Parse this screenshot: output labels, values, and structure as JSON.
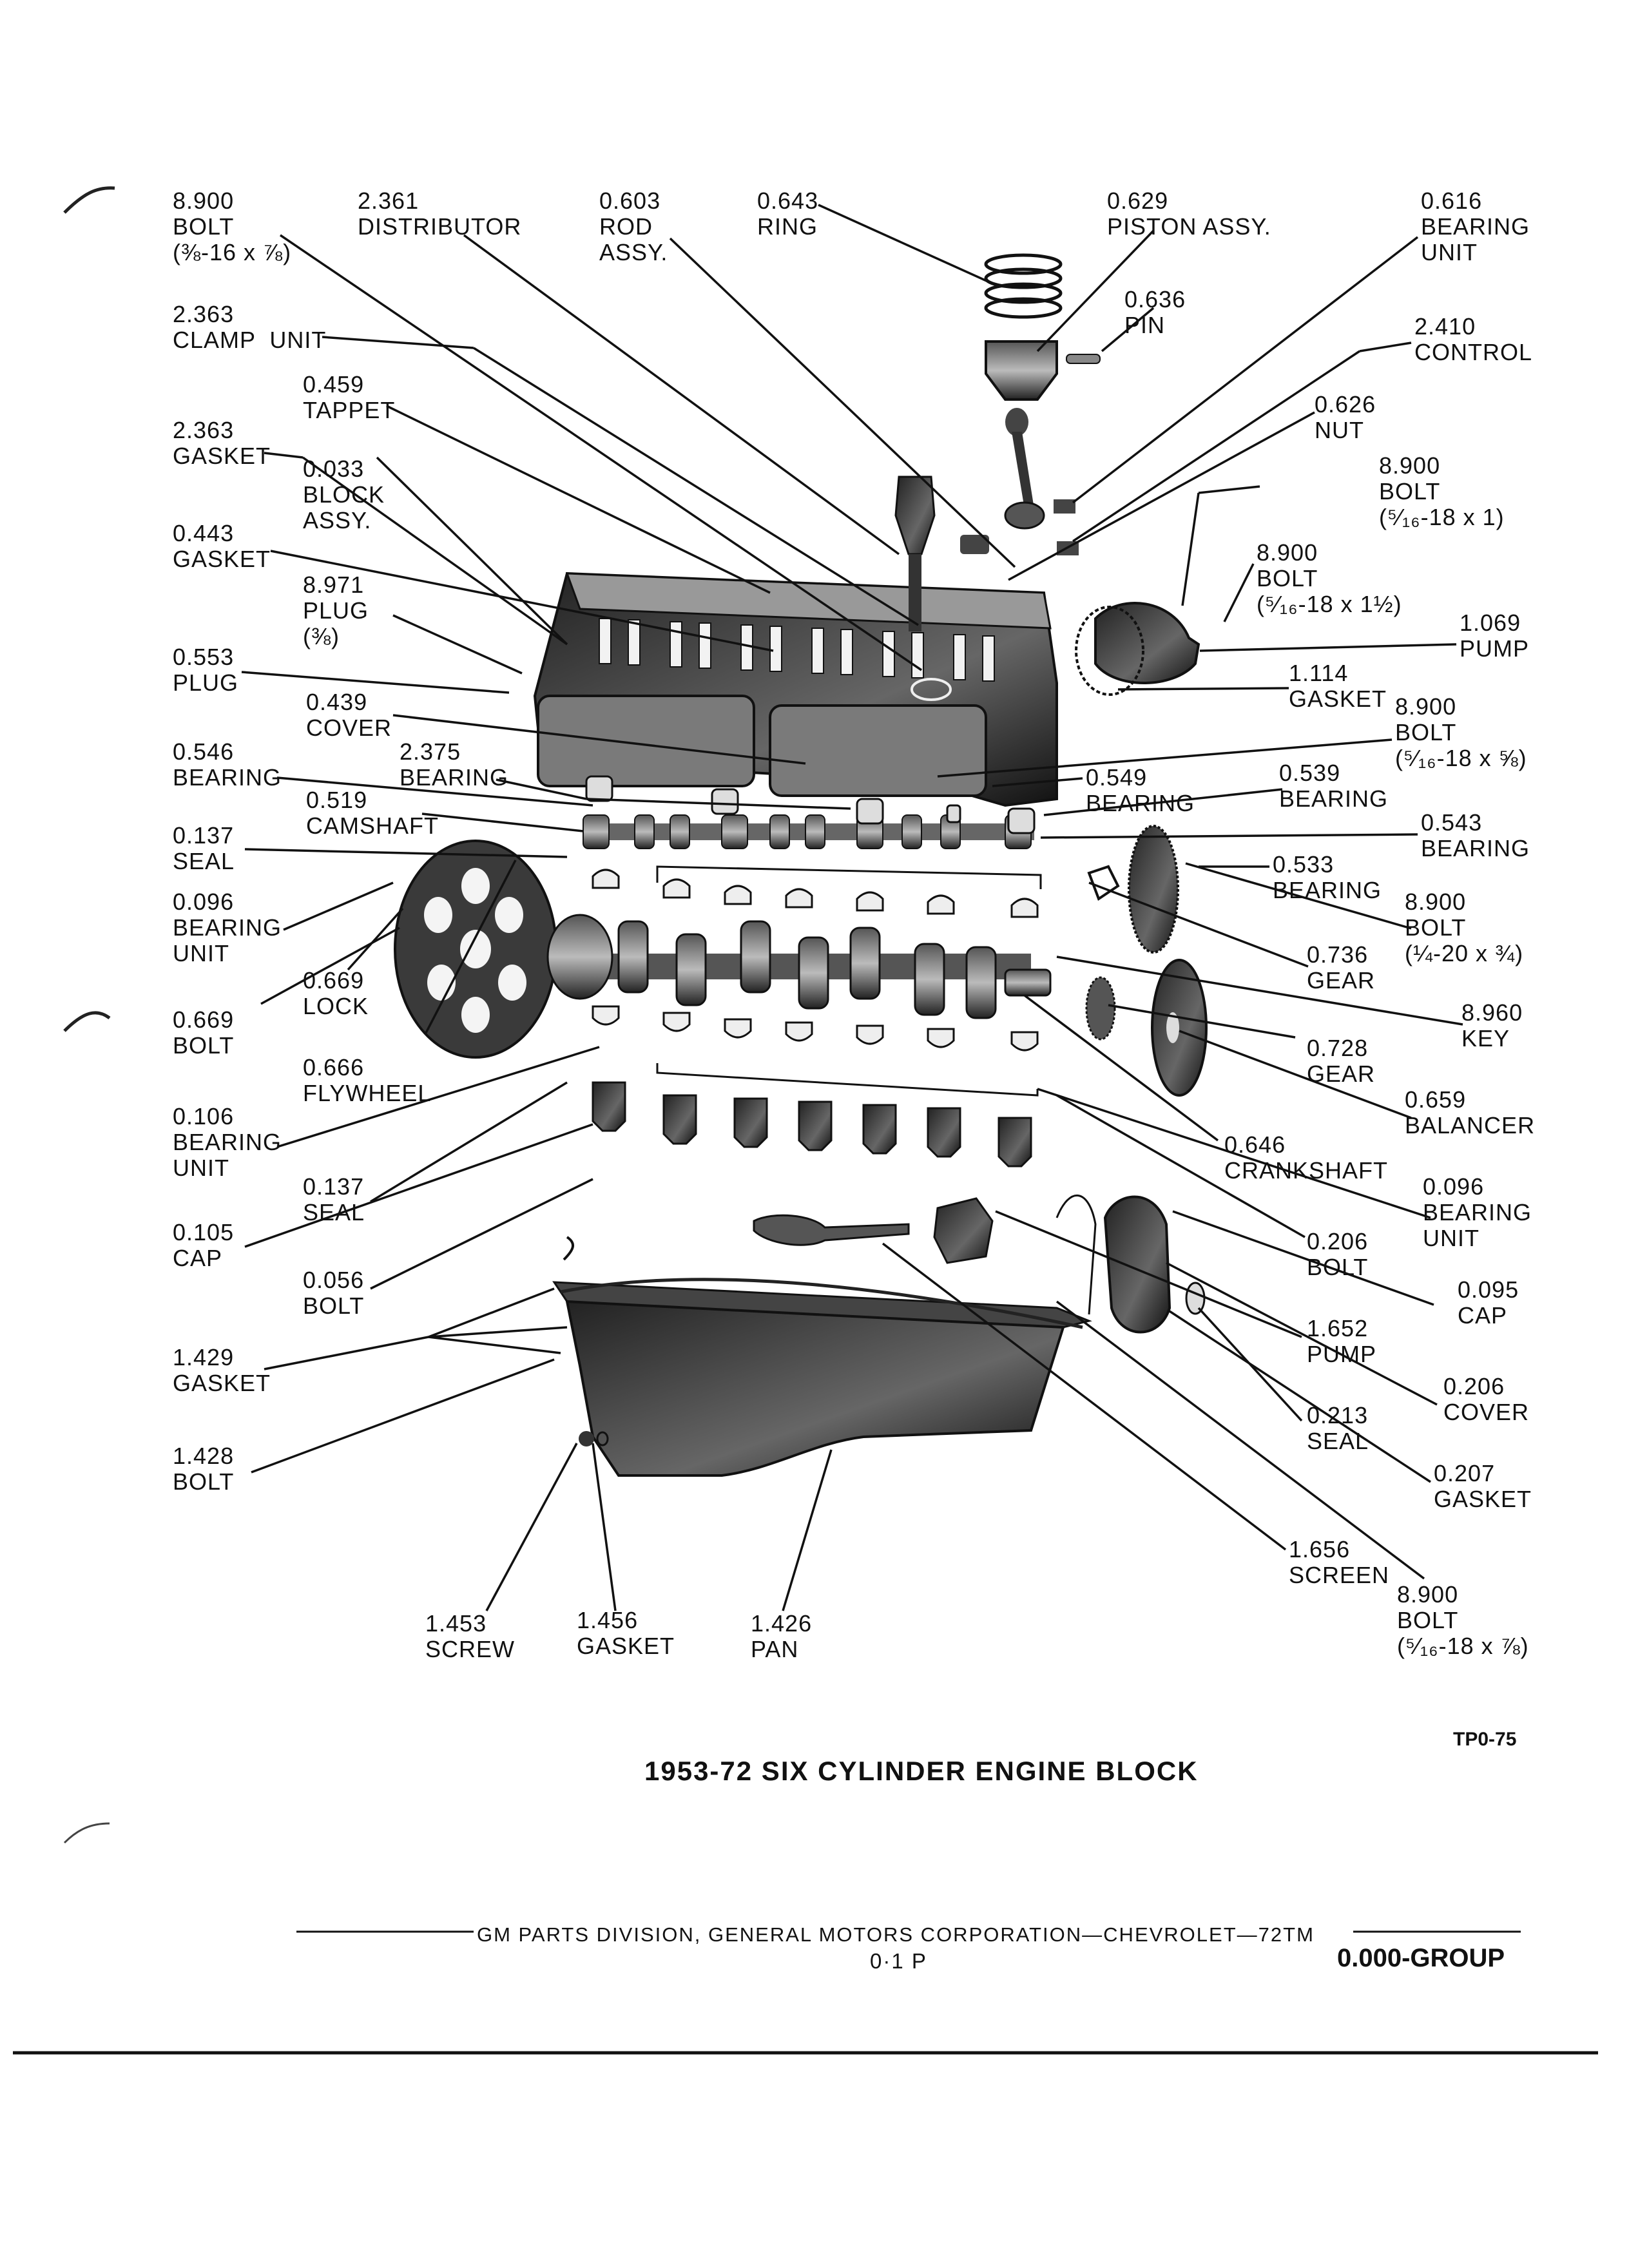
{
  "title": "1953-72 SIX CYLINDER ENGINE BLOCK",
  "figure_code": "TP0-75",
  "footer": {
    "line": "GM PARTS DIVISION, GENERAL MOTORS CORPORATION—CHEVROLET—72TM",
    "page": "0·1  P",
    "group": "0.000-GROUP"
  },
  "labels": [
    {
      "id": "bolt-8900-a",
      "lines": [
        "8.900",
        "BOLT",
        "(⅜-16 x ⅞)"
      ]
    },
    {
      "id": "distributor",
      "lines": [
        "2.361",
        "DISTRIBUTOR"
      ]
    },
    {
      "id": "rod-assy",
      "lines": [
        "0.603",
        "ROD",
        "ASSY."
      ]
    },
    {
      "id": "ring",
      "lines": [
        "0.643",
        "RING"
      ]
    },
    {
      "id": "piston-assy",
      "lines": [
        "0.629",
        "PISTON ASSY."
      ]
    },
    {
      "id": "bearing-unit-616",
      "lines": [
        "0.616",
        "BEARING",
        "UNIT"
      ]
    },
    {
      "id": "clamp-unit",
      "lines": [
        "2.363",
        "CLAMP  UNIT"
      ]
    },
    {
      "id": "pin",
      "lines": [
        "0.636",
        "PIN"
      ]
    },
    {
      "id": "control",
      "lines": [
        "2.410",
        "CONTROL"
      ]
    },
    {
      "id": "tappet",
      "lines": [
        "0.459",
        "TAPPET"
      ]
    },
    {
      "id": "gasket-2363",
      "lines": [
        "2.363",
        "GASKET"
      ]
    },
    {
      "id": "nut",
      "lines": [
        "0.626",
        "NUT"
      ]
    },
    {
      "id": "block-assy",
      "lines": [
        "0.033",
        "BLOCK",
        "ASSY."
      ]
    },
    {
      "id": "bolt-8900-b",
      "lines": [
        "8.900",
        "BOLT",
        "(⁵⁄₁₆-18 x 1)"
      ]
    },
    {
      "id": "gasket-0443",
      "lines": [
        "0.443",
        "GASKET"
      ]
    },
    {
      "id": "bolt-8900-c",
      "lines": [
        "8.900",
        "BOLT",
        "(⁵⁄₁₆-18 x 1½)"
      ]
    },
    {
      "id": "plug-8971",
      "lines": [
        "8.971",
        "PLUG",
        "(⅜)"
      ]
    },
    {
      "id": "pump-1069",
      "lines": [
        "1.069",
        "PUMP"
      ]
    },
    {
      "id": "plug-0553",
      "lines": [
        "0.553",
        "PLUG"
      ]
    },
    {
      "id": "gasket-1114",
      "lines": [
        "1.114",
        "GASKET"
      ]
    },
    {
      "id": "cover-0439",
      "lines": [
        "0.439",
        "COVER"
      ]
    },
    {
      "id": "bolt-8900-d",
      "lines": [
        "8.900",
        "BOLT",
        "(⁵⁄₁₆-18 x ⅝)"
      ]
    },
    {
      "id": "bearing-0546",
      "lines": [
        "0.546",
        "BEARING"
      ]
    },
    {
      "id": "bearing-2375",
      "lines": [
        "2.375",
        "BEARING"
      ]
    },
    {
      "id": "bearing-0549",
      "lines": [
        "0.549",
        "BEARING"
      ]
    },
    {
      "id": "bearing-0539",
      "lines": [
        "0.539",
        "BEARING"
      ]
    },
    {
      "id": "camshaft",
      "lines": [
        "0.519",
        "CAMSHAFT"
      ]
    },
    {
      "id": "seal-0137-a",
      "lines": [
        "0.137",
        "SEAL"
      ]
    },
    {
      "id": "bearing-0543",
      "lines": [
        "0.543",
        "BEARING"
      ]
    },
    {
      "id": "bearing-0533",
      "lines": [
        "0.533",
        "BEARING"
      ]
    },
    {
      "id": "bearing-unit-096-a",
      "lines": [
        "0.096",
        "BEARING",
        "UNIT"
      ]
    },
    {
      "id": "bolt-8900-e",
      "lines": [
        "8.900",
        "BOLT",
        "(¼-20 x ¾)"
      ]
    },
    {
      "id": "lock",
      "lines": [
        "0.669",
        "LOCK"
      ]
    },
    {
      "id": "gear-0736",
      "lines": [
        "0.736",
        "GEAR"
      ]
    },
    {
      "id": "bolt-0669",
      "lines": [
        "0.669",
        "BOLT"
      ]
    },
    {
      "id": "key",
      "lines": [
        "8.960",
        "KEY"
      ]
    },
    {
      "id": "flywheel",
      "lines": [
        "0.666",
        "FLYWHEEL"
      ]
    },
    {
      "id": "gear-0728",
      "lines": [
        "0.728",
        "GEAR"
      ]
    },
    {
      "id": "bearing-unit-106",
      "lines": [
        "0.106",
        "BEARING",
        "UNIT"
      ]
    },
    {
      "id": "balancer",
      "lines": [
        "0.659",
        "BALANCER"
      ]
    },
    {
      "id": "crankshaft",
      "lines": [
        "0.646",
        "CRANKSHAFT"
      ]
    },
    {
      "id": "seal-0137-b",
      "lines": [
        "0.137",
        "SEAL"
      ]
    },
    {
      "id": "bearing-unit-096-b",
      "lines": [
        "0.096",
        "BEARING",
        "UNIT"
      ]
    },
    {
      "id": "cap-0105",
      "lines": [
        "0.105",
        "CAP"
      ]
    },
    {
      "id": "bolt-0206",
      "lines": [
        "0.206",
        "BOLT"
      ]
    },
    {
      "id": "bolt-0056",
      "lines": [
        "0.056",
        "BOLT"
      ]
    },
    {
      "id": "cap-0095",
      "lines": [
        "0.095",
        "CAP"
      ]
    },
    {
      "id": "pump-1652",
      "lines": [
        "1.652",
        "PUMP"
      ]
    },
    {
      "id": "gasket-1429",
      "lines": [
        "1.429",
        "GASKET"
      ]
    },
    {
      "id": "cover-0206",
      "lines": [
        "0.206",
        "COVER"
      ]
    },
    {
      "id": "seal-0213",
      "lines": [
        "0.213",
        "SEAL"
      ]
    },
    {
      "id": "bolt-1428",
      "lines": [
        "1.428",
        "BOLT"
      ]
    },
    {
      "id": "gasket-0207",
      "lines": [
        "0.207",
        "GASKET"
      ]
    },
    {
      "id": "screen",
      "lines": [
        "1.656",
        "SCREEN"
      ]
    },
    {
      "id": "bolt-8900-f",
      "lines": [
        "8.900",
        "BOLT",
        "(⁵⁄₁₆-18 x ⅞)"
      ]
    },
    {
      "id": "screw",
      "lines": [
        "1.453",
        "SCREW"
      ]
    },
    {
      "id": "gasket-1456",
      "lines": [
        "1.456",
        "GASKET"
      ]
    },
    {
      "id": "pan",
      "lines": [
        "1.426",
        "PAN"
      ]
    }
  ]
}
